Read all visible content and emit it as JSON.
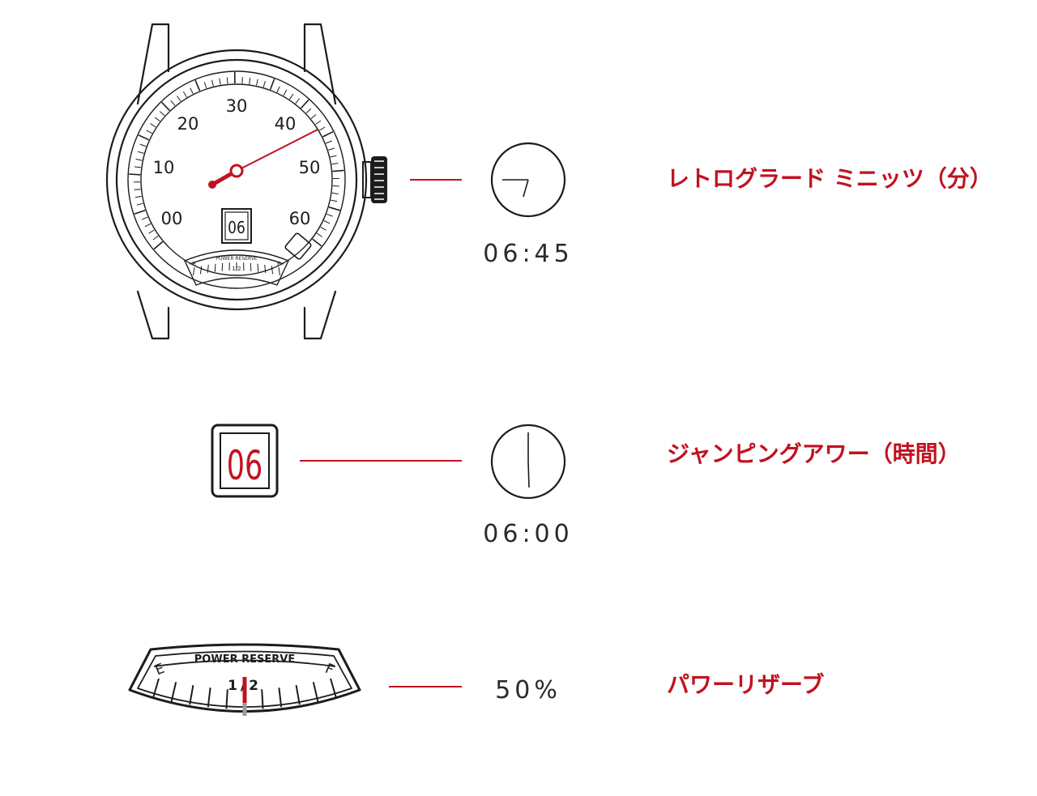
{
  "colors": {
    "accent": "#c1121f",
    "ink": "#1c1c1c"
  },
  "watch": {
    "dial_numbers": [
      "00",
      "10",
      "20",
      "30",
      "40",
      "50",
      "60"
    ],
    "hour_window": "06",
    "power_reserve_title": "POWER RESERVE",
    "power_reserve_half": "1/2",
    "power_reserve_empty": "E",
    "power_reserve_full": "F"
  },
  "rows": [
    {
      "readout": "06:45",
      "label": "レトログラード ミニッツ（分）",
      "icon": "clock-icon"
    },
    {
      "readout": "06:00",
      "label": "ジャンピングアワー（時間）",
      "icon": "clock-icon"
    },
    {
      "readout": "50%",
      "label": "パワーリザーブ"
    }
  ],
  "jump_hour_digits": "06",
  "power_reserve_gauge": {
    "title": "POWER RESERVE",
    "empty": "E",
    "full": "F",
    "half": "1/2",
    "level": 0.5
  }
}
